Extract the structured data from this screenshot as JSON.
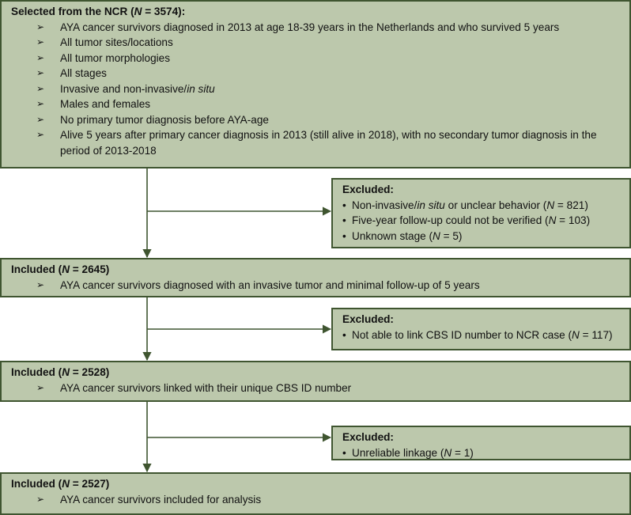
{
  "nodes": {
    "selected": {
      "head": {
        "pre": "Selected from the NCR (",
        "n_italic": "N",
        "post": " = 3574):"
      },
      "items": [
        {
          "pre": "AYA cancer survivors diagnosed in 2013 at age 18-39 years in the Netherlands and who survived 5 years"
        },
        {
          "pre": "All tumor sites/locations"
        },
        {
          "pre": "All tumor morphologies"
        },
        {
          "pre": "All stages"
        },
        {
          "pre": "Invasive and non-invasive/",
          "italic": "in situ"
        },
        {
          "pre": "Males and females"
        },
        {
          "pre": "No primary tumor diagnosis before AYA-age"
        },
        {
          "pre": "Alive 5 years after primary cancer diagnosis in 2013 (still alive in 2018), with no secondary tumor diagnosis in the period of 2013-2018"
        }
      ]
    },
    "excluded1": {
      "title": "Excluded:",
      "items": [
        {
          "pre": "Non-invasive/",
          "italic": "in situ",
          "mid": " or unclear behavior (",
          "n_italic": "N",
          "post": " = 821)"
        },
        {
          "pre": "Five-year follow-up could not be verified (",
          "n_italic": "N",
          "post": " = 103)"
        },
        {
          "pre": "Unknown stage (",
          "n_italic": "N",
          "post": " = 5)"
        }
      ]
    },
    "included1": {
      "head": {
        "pre": "Included (",
        "n_italic": "N",
        "post": " = 2645)"
      },
      "items": [
        {
          "pre": "AYA cancer survivors diagnosed with an invasive tumor and minimal follow-up of 5 years"
        }
      ]
    },
    "excluded2": {
      "title": "Excluded:",
      "items": [
        {
          "pre": "Not able to link CBS ID number to NCR case (",
          "n_italic": "N",
          "post": " = 117)"
        }
      ]
    },
    "included2": {
      "head": {
        "pre": "Included (",
        "n_italic": "N",
        "post": " = 2528)"
      },
      "items": [
        {
          "pre": "AYA cancer survivors linked with their unique CBS ID number"
        }
      ]
    },
    "excluded3": {
      "title": "Excluded:",
      "items": [
        {
          "pre": "Unreliable linkage (",
          "n_italic": "N",
          "post": " = 1)"
        }
      ]
    },
    "included3": {
      "head": {
        "pre": "Included (",
        "n_italic": "N",
        "post": " = 2527)"
      },
      "items": [
        {
          "pre": "AYA cancer survivors included for analysis"
        }
      ]
    }
  },
  "icons": {
    "arrow_bullet": "arrowhead-bullet-icon",
    "dot_bullet": "dot-bullet-icon"
  },
  "colors": {
    "box_fill": "#bcc8ac",
    "box_border": "#3f5530",
    "connector": "#3f5530"
  }
}
